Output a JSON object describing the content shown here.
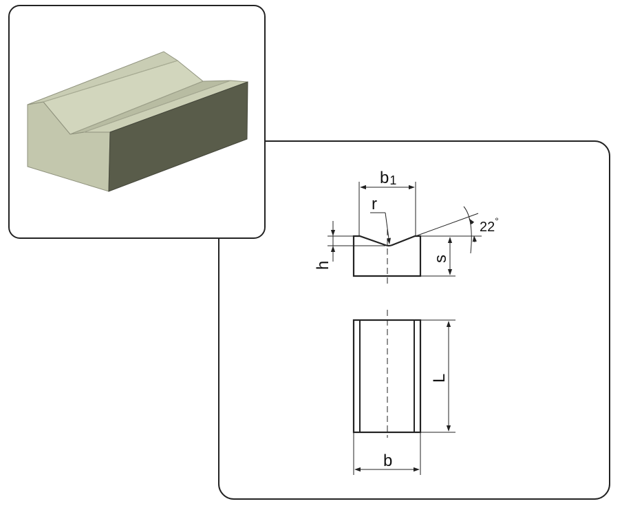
{
  "views": {
    "isometric": {
      "face_top": "#c9cdb4",
      "face_front": "#c3c7ad",
      "face_side": "#595c4a",
      "edge": "#8f927d"
    },
    "drawing": {
      "line_color": "#222222"
    }
  },
  "labels": {
    "b1_main": "b",
    "b1_sub": "1",
    "r": "r",
    "h": "h",
    "s": "s",
    "angle": "22",
    "degree": "°",
    "L": "L",
    "b": "b"
  }
}
